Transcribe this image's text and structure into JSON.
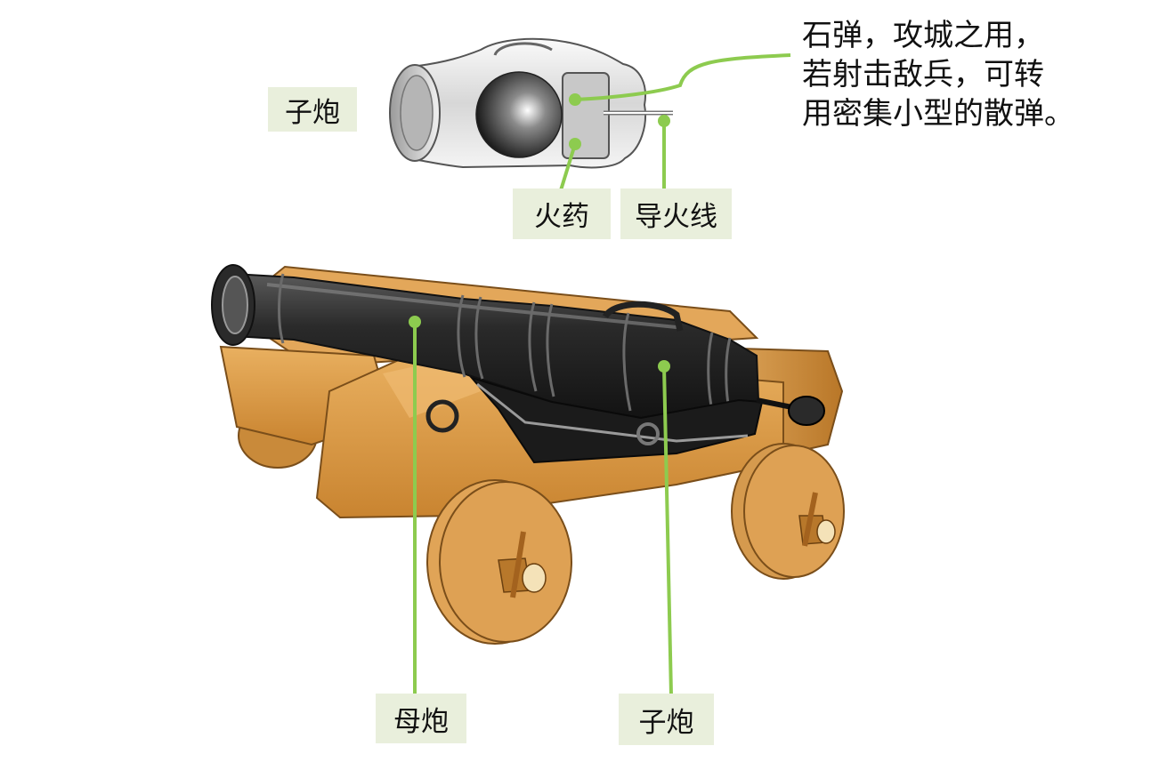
{
  "labels": {
    "chamber_top": "子炮",
    "powder": "火药",
    "fuse": "导火线",
    "mother_cannon": "母炮",
    "chamber_bottom": "子炮"
  },
  "note_lines": [
    "石弹，攻城之用，",
    "若射击敌兵，可转",
    "用密集小型的散弹。"
  ],
  "colors": {
    "leader_line": "#8dcb4f",
    "label_bg": "#e9efdc",
    "wood": "#d9963f",
    "barrel": "#232323"
  }
}
